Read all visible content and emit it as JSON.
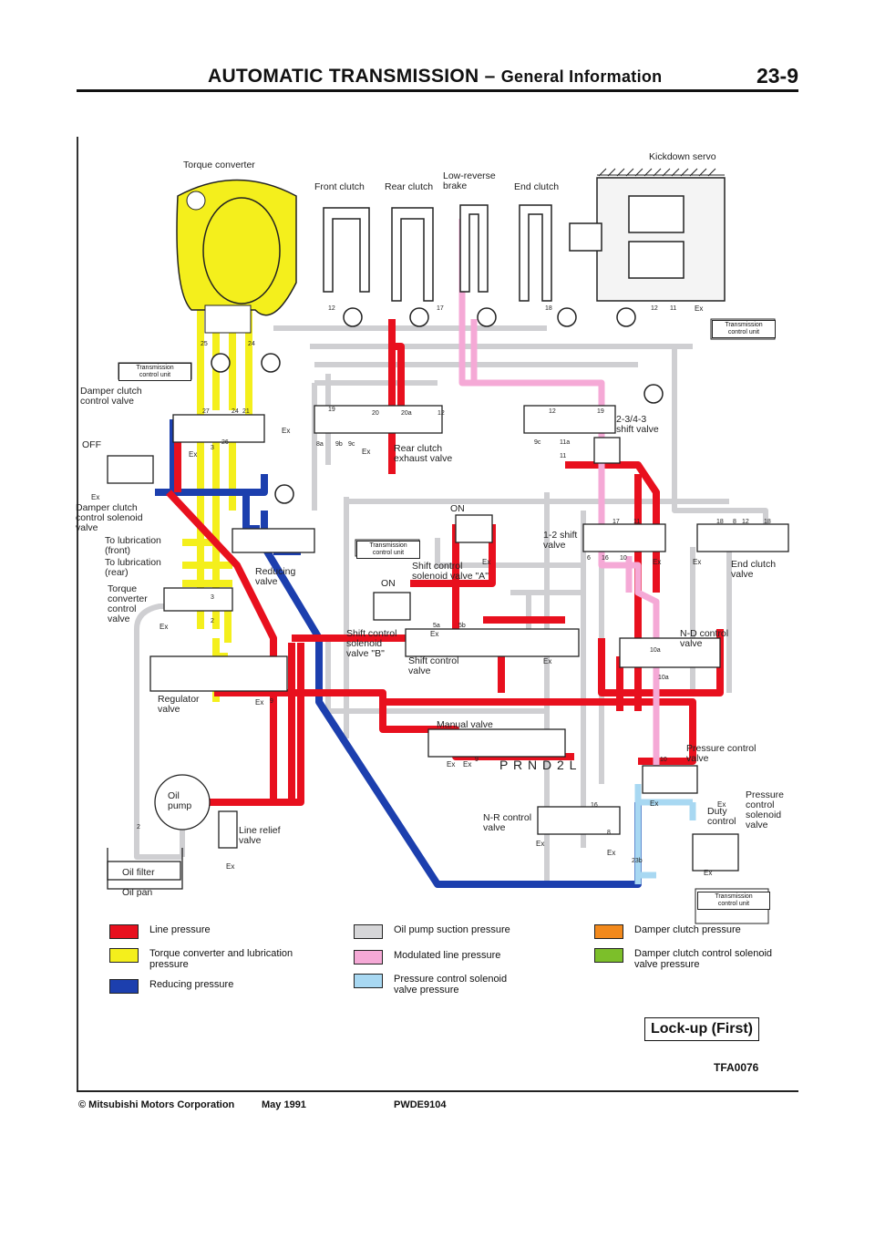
{
  "header": {
    "title": "AUTOMATIC TRANSMISSION",
    "separator": " – ",
    "subtitle": "General Information",
    "page_number": "23-9"
  },
  "components": {
    "torque_converter": "Torque converter",
    "front_clutch": "Front clutch",
    "rear_clutch": "Rear clutch",
    "low_reverse_brake": "Low-reverse\nbrake",
    "end_clutch": "End clutch",
    "kickdown_servo": "Kickdown servo",
    "tcu": "Transmission\ncontrol unit",
    "damper_clutch_control_valve": "Damper clutch\ncontrol valve",
    "off": "OFF",
    "on": "ON",
    "ex": "Ex",
    "damper_clutch_solenoid": "Damper clutch\ncontrol solenoid\nvalve",
    "lub_front": "To lubrication\n(front)",
    "lub_rear": "To lubrication\n(rear)",
    "tc_control_valve": "Torque\nconverter\ncontrol\nvalve",
    "reducing_valve": "Reducing\nvalve",
    "rear_clutch_exhaust": "Rear clutch\nexhaust valve",
    "shift_234_3": "2-3/4-3\nshift valve",
    "shift_12": "1-2 shift\nvalve",
    "end_clutch_valve": "End clutch\nvalve",
    "shift_sol_a": "Shift control\nsolenoid valve \"A\"",
    "shift_sol_b": "Shift control\nsolenoid\nvalve \"B\"",
    "shift_control_valve": "Shift control\nvalve",
    "nd_control_valve": "N-D control\nvalve",
    "regulator_valve": "Regulator\nvalve",
    "manual_valve": "Manual valve",
    "prnd2l": "P R N D 2 L",
    "pressure_control_valve": "Pressure control\nvalve",
    "pressure_control_solenoid": "Pressure\ncontrol\nsolenoid\nvalve",
    "duty_control": "Duty\ncontrol",
    "oil_pump": "Oil\npump",
    "line_relief_valve": "Line relief\nvalve",
    "nr_control_valve": "N-R control\nvalve",
    "oil_filter": "Oil filter",
    "oil_pan": "Oil pan"
  },
  "port_numbers": [
    "12",
    "17",
    "18",
    "12",
    "11",
    "25",
    "24",
    "27",
    "24",
    "21",
    "26",
    "3",
    "19",
    "20",
    "20a",
    "12",
    "9b",
    "9c",
    "8a",
    "12",
    "19",
    "9c",
    "11a",
    "11",
    "17",
    "11",
    "18",
    "8",
    "12",
    "18",
    "16",
    "10",
    "6",
    "3",
    "2",
    "9",
    "5a",
    "5b",
    "10a",
    "10a",
    "10",
    "9",
    "16",
    "8",
    "23b",
    "2"
  ],
  "legend": [
    {
      "label": "Line pressure",
      "color": "#e8101e"
    },
    {
      "label": "Torque converter and lubrication\npressure",
      "color": "#f4ef1c"
    },
    {
      "label": "Reducing pressure",
      "color": "#1c3fae"
    },
    {
      "label": "Oil pump suction pressure",
      "color": "#d6d6d8"
    },
    {
      "label": "Modulated line pressure",
      "color": "#f5a9d6"
    },
    {
      "label": "Pressure control solenoid\nvalve pressure",
      "color": "#a8d8f2"
    },
    {
      "label": "Damper clutch pressure",
      "color": "#f2891c"
    },
    {
      "label": "Damper clutch control solenoid\nvalve pressure",
      "color": "#7cbf2a"
    }
  ],
  "mode_label": "Lock-up (First)",
  "figure_code": "TFA0076",
  "footer": {
    "copyright": "© Mitsubishi Motors Corporation",
    "date": "May 1991",
    "doc": "PWDE9104"
  }
}
